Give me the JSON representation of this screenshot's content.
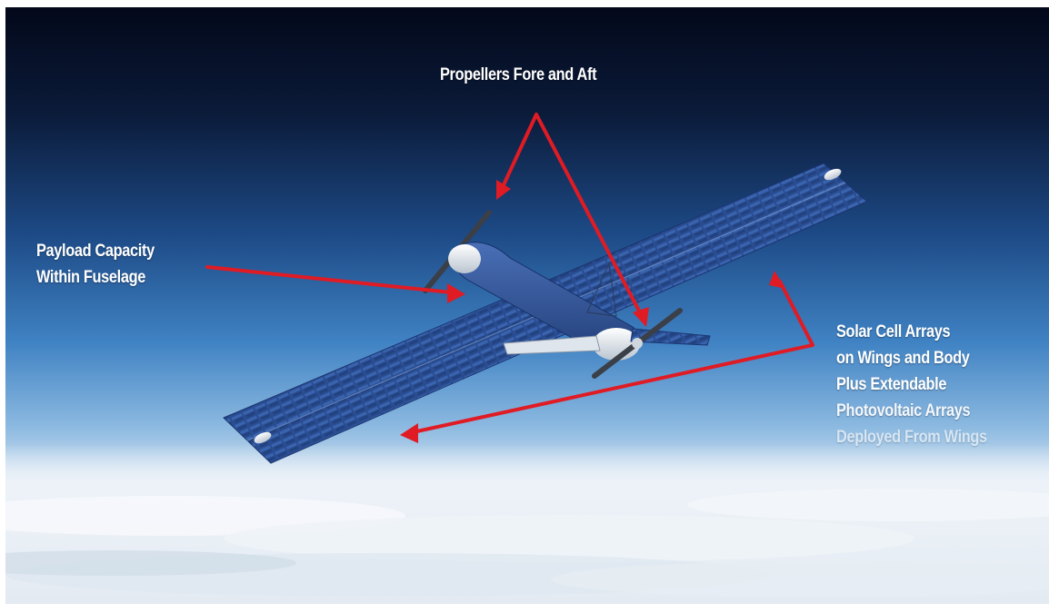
{
  "labels": {
    "propellers": "Propellers Fore and Aft",
    "payload": [
      "Payload Capacity",
      "Within Fuselage"
    ],
    "solar": [
      "Solar Cell Arrays",
      "on Wings and Body",
      "Plus Extendable",
      "Photovoltaic Arrays",
      "Deployed From Wings"
    ]
  },
  "colors": {
    "arrow": "#e01b24",
    "sky_top": "#050d1f",
    "sky_mid": "#2a6bb0",
    "sky_horizon": "#a9cbe8",
    "clouds": "#e8eef4",
    "solar_panel": "#2b4f93"
  }
}
